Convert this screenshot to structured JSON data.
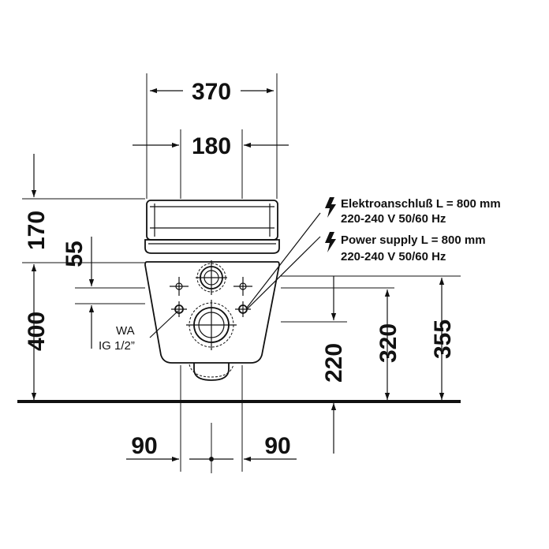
{
  "dimensions": {
    "width_total": "370",
    "width_inner": "180",
    "seat_height": "170",
    "lid_offset": "55",
    "mount_height": "400",
    "conn_height": "220",
    "outlet_height": "320",
    "top_height": "355",
    "offset_left": "90",
    "offset_right": "90"
  },
  "notes": {
    "elektro_line1": "Elektroanschluß L = 800 mm",
    "elektro_line2": "220-240 V  50/60 Hz",
    "power_line1": "Power supply L = 800 mm",
    "power_line2": "220-240 V  50/60 Hz"
  },
  "labels": {
    "wa_line1": "WA",
    "wa_line2": "IG 1/2”"
  },
  "icons": {
    "electric": "lightning-bolt-icon"
  },
  "colors": {
    "line": "#111111",
    "background": "#ffffff"
  }
}
